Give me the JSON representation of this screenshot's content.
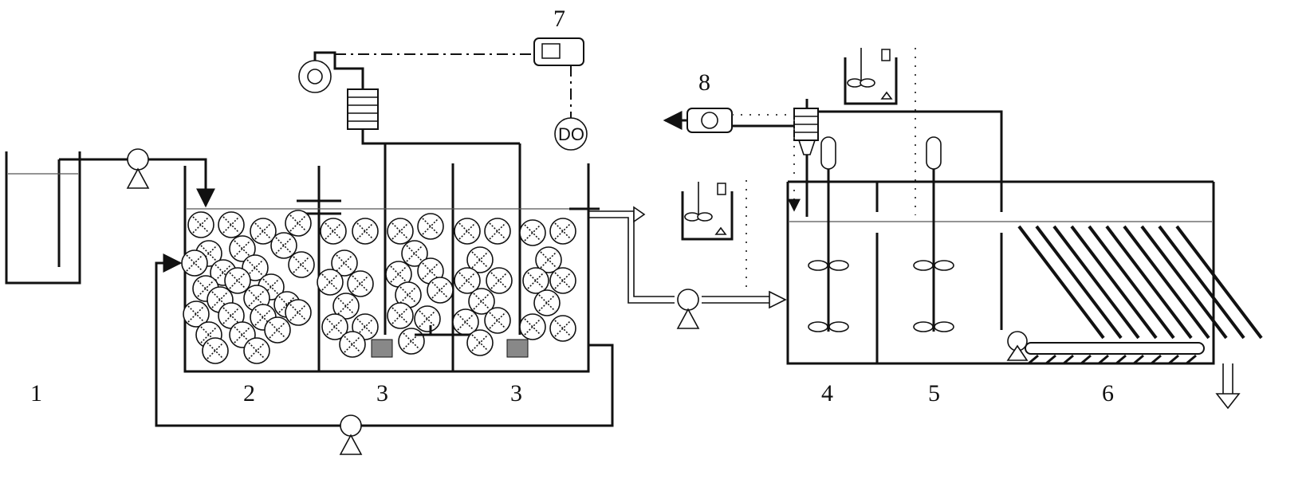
{
  "diagram": {
    "labels": {
      "unit_1": "1",
      "unit_2": "2",
      "unit_3a": "3",
      "unit_3b": "3",
      "unit_4": "4",
      "unit_5": "5",
      "unit_6": "6",
      "controller_7": "7",
      "fan_8": "8",
      "do_probe": "DO"
    }
  }
}
